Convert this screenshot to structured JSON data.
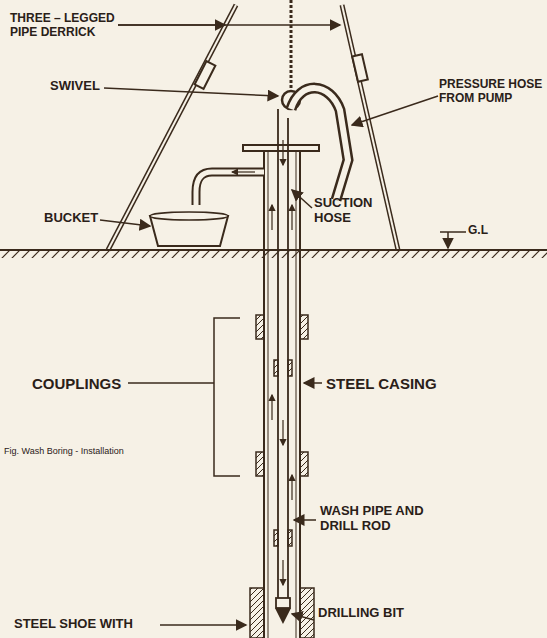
{
  "diagram": {
    "caption": "Fig. Wash Boring - Installation",
    "labels": [
      "THREE – LEGGED PIPE DERRICK",
      "SWIVEL",
      "PRESSURE HOSE FROM PUMP",
      "BUCKET",
      "SUCTION HOSE",
      "G.L",
      "COUPLINGS",
      "STEEL CASING",
      "WASH PIPE AND DRILL ROD",
      "STEEL SHOE WITH",
      "DRILLING BIT"
    ]
  }
}
